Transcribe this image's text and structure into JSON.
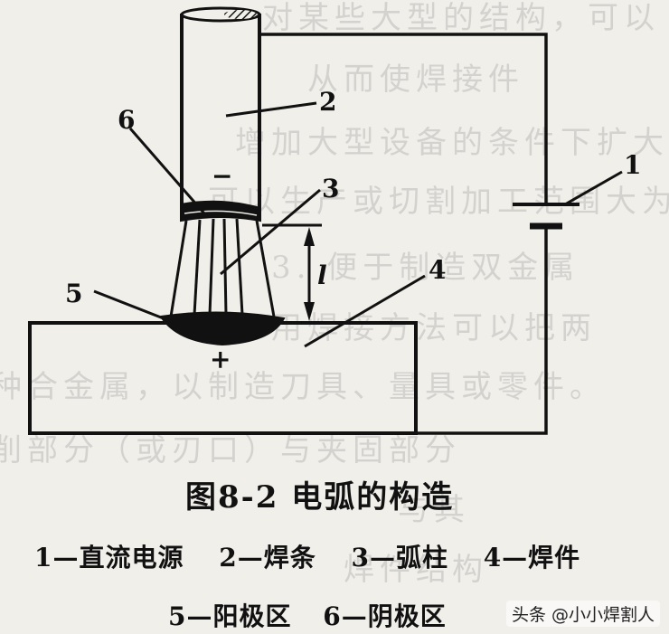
{
  "figure": {
    "labels": {
      "n1": "1",
      "n2": "2",
      "n3": "3",
      "n4": "4",
      "n5": "5",
      "n6": "6",
      "minus": "−",
      "plus": "+",
      "length": "l"
    },
    "caption": "图8-2  电弧的构造",
    "legend_row1": [
      "1—直流电源",
      "2—焊条",
      "3—弧柱",
      "4—焊件"
    ],
    "legend_row2": [
      "5—阳极区",
      "6—阴极区"
    ]
  },
  "watermark": "头条 @小小焊割人",
  "colors": {
    "paper": "#f1efea",
    "ink": "#111111"
  }
}
